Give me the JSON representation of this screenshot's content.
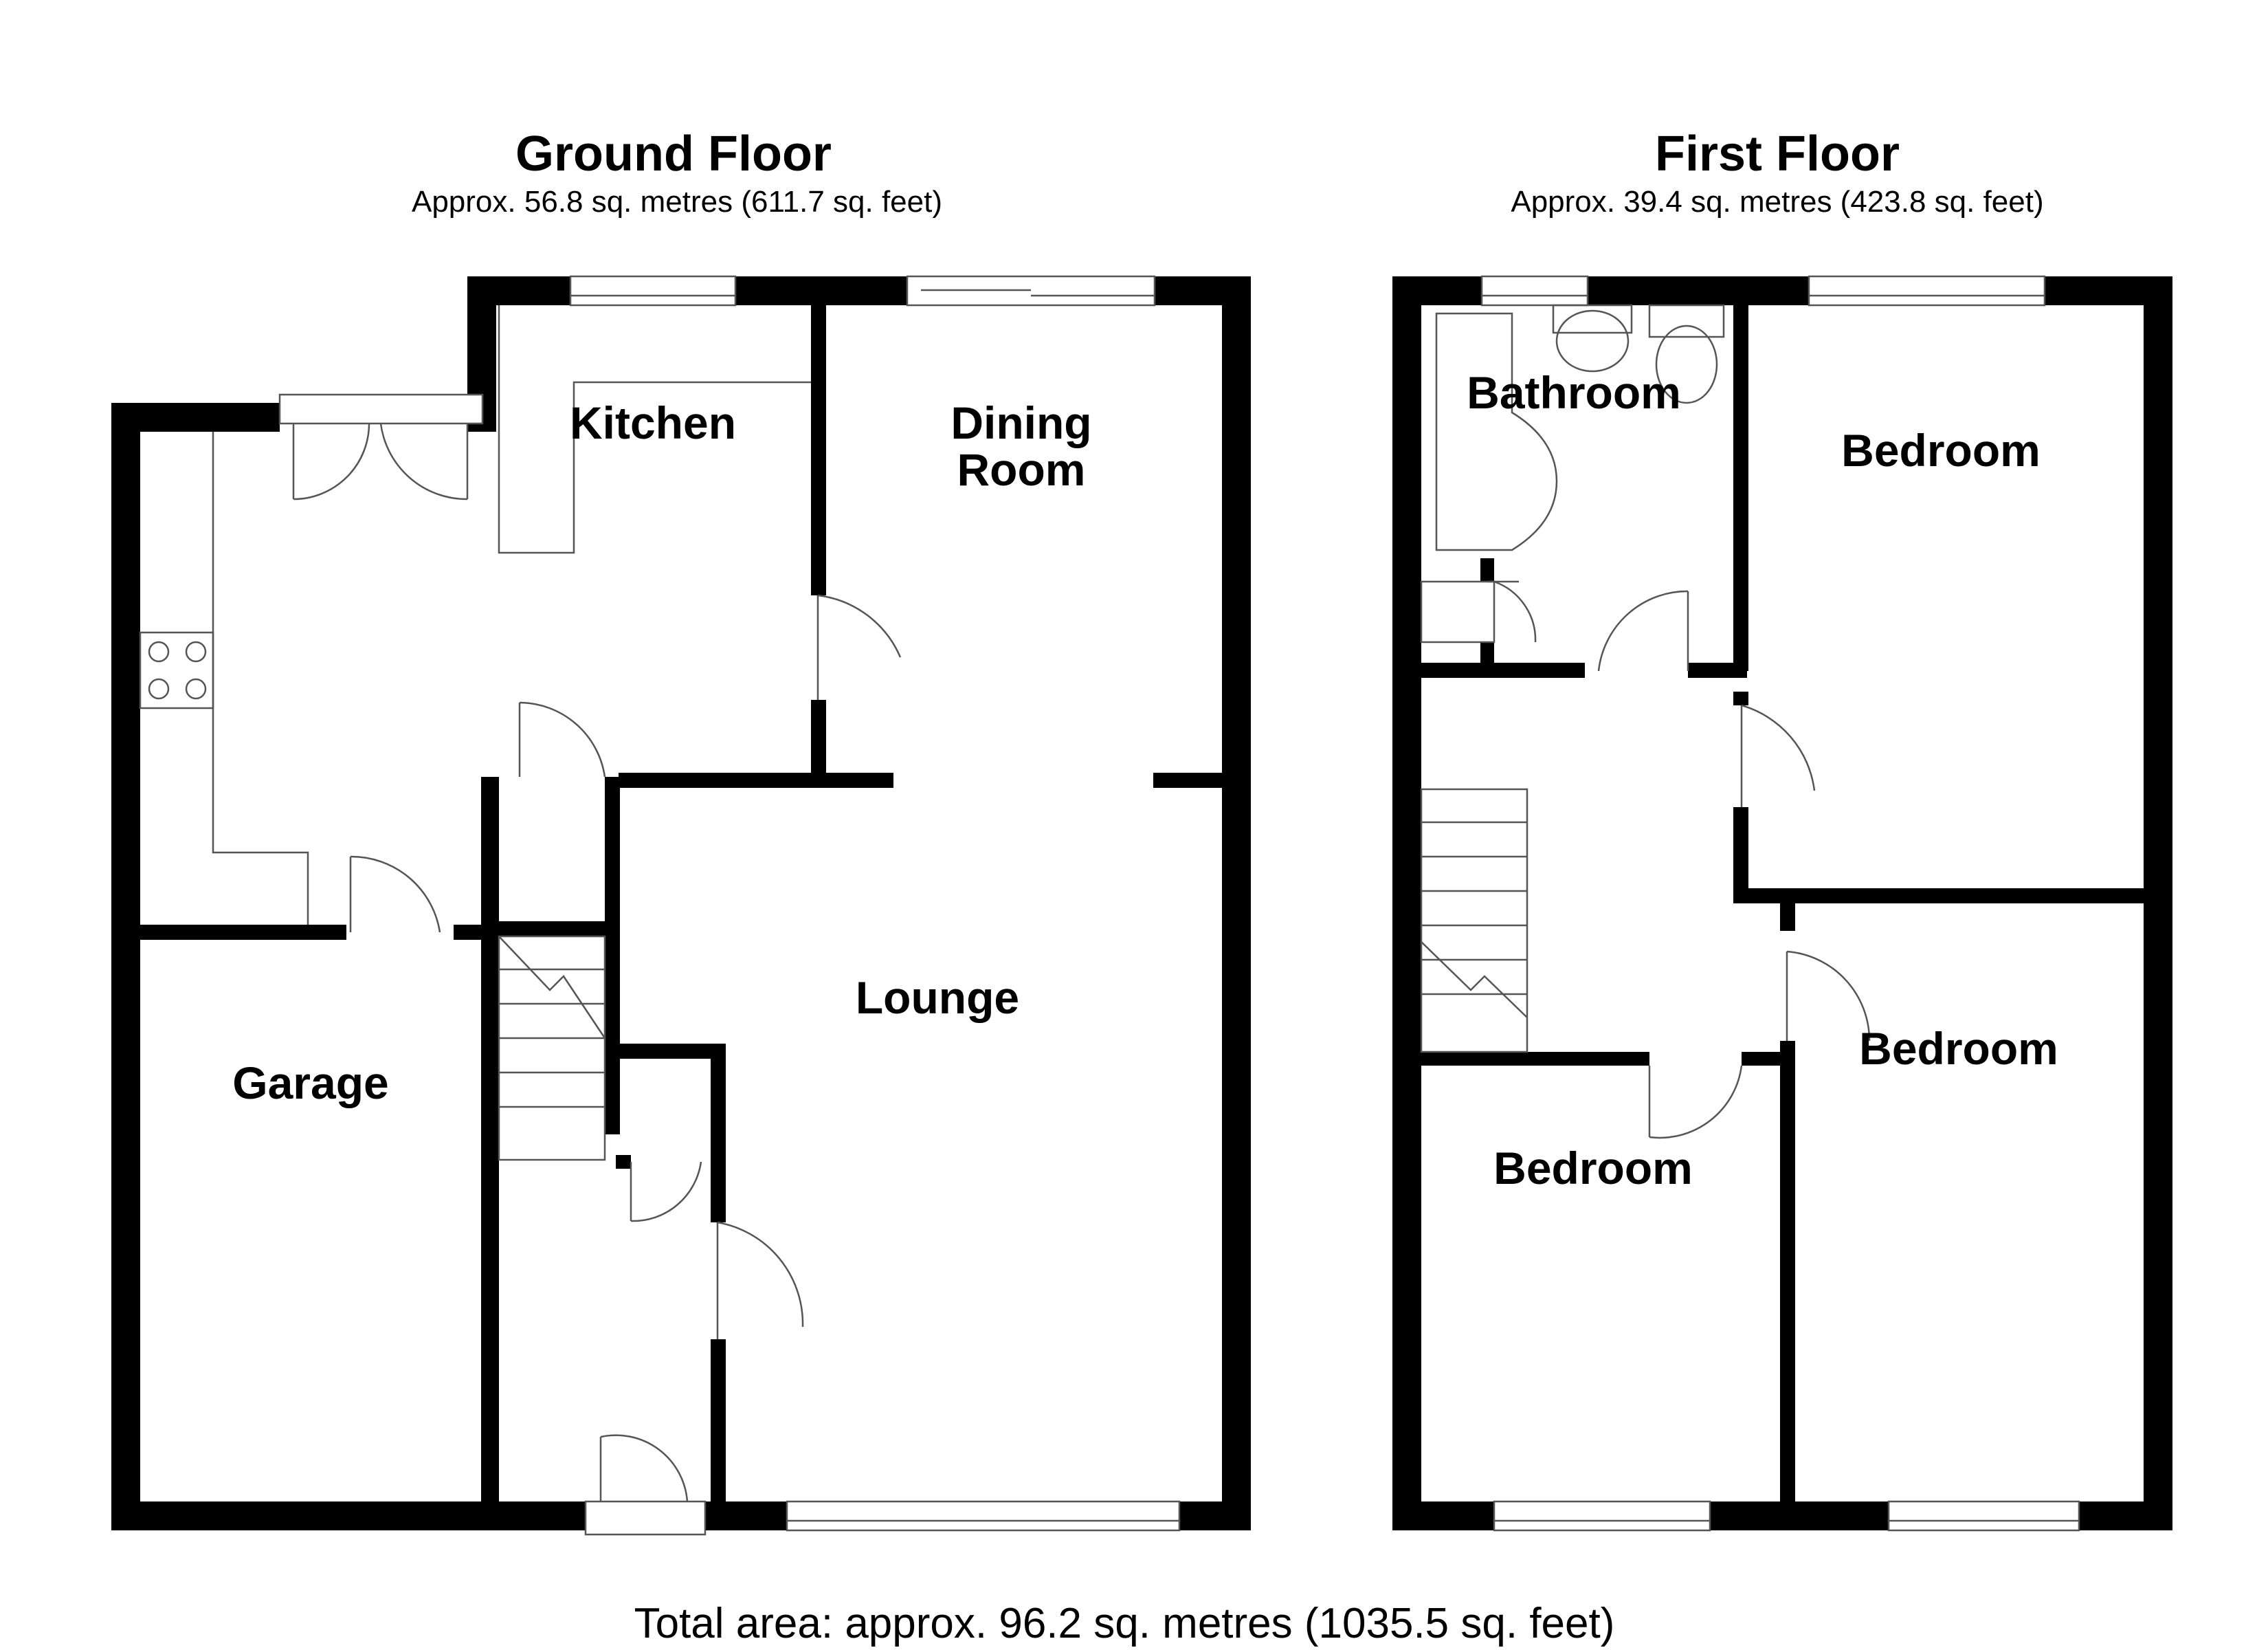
{
  "ground_floor": {
    "title": "Ground Floor",
    "area": "Approx. 56.8 sq. metres (611.7 sq. feet)",
    "rooms": {
      "kitchen": "Kitchen",
      "dining_line1": "Dining",
      "dining_line2": "Room",
      "lounge": "Lounge",
      "garage": "Garage"
    }
  },
  "first_floor": {
    "title": "First Floor",
    "area": "Approx. 39.4 sq. metres (423.8 sq. feet)",
    "rooms": {
      "bathroom": "Bathroom",
      "bedroom_1": "Bedroom",
      "bedroom_2": "Bedroom",
      "bedroom_3": "Bedroom"
    }
  },
  "total_area": "Total area: approx. 96.2 sq. metres (1035.5 sq. feet)",
  "colors": {
    "wall": "#000000",
    "fixture": "#555555",
    "background": "#ffffff"
  }
}
